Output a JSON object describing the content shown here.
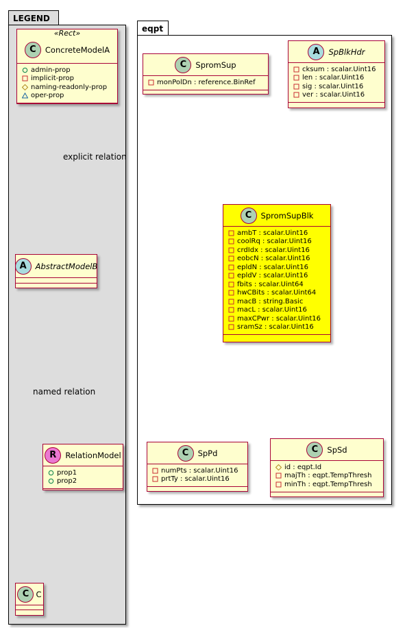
{
  "legend": {
    "title": "LEGEND",
    "stereotype": "«Rect»",
    "concrete": {
      "name": "ConcreteModelA",
      "kind": "C",
      "fields": [
        {
          "vis": "public",
          "name": "admin-prop"
        },
        {
          "vis": "private",
          "name": "implicit-prop"
        },
        {
          "vis": "protected",
          "name": "naming-readonly-prop"
        },
        {
          "vis": "package",
          "name": "oper-prop"
        }
      ]
    },
    "abstract": {
      "name": "AbstractModelB",
      "kind": "A"
    },
    "relation": {
      "name": "RelationModel",
      "kind": "R",
      "fields": [
        {
          "vis": "public",
          "name": "prop1"
        },
        {
          "vis": "public",
          "name": "prop2"
        }
      ]
    },
    "c": {
      "name": "C",
      "kind": "C"
    },
    "explicit_label": "explicit relation",
    "named_label": "named relation"
  },
  "eqpt": {
    "title": "eqpt",
    "spromsup": {
      "name": "SpromSup",
      "kind": "C",
      "fields": [
        {
          "vis": "private",
          "name": "monPolDn : reference.BinRef"
        }
      ]
    },
    "spblkhdr": {
      "name": "SpBlkHdr",
      "kind": "A",
      "fields": [
        {
          "vis": "private",
          "name": "cksum : scalar.Uint16"
        },
        {
          "vis": "private",
          "name": "len : scalar.Uint16"
        },
        {
          "vis": "private",
          "name": "sig : scalar.Uint16"
        },
        {
          "vis": "private",
          "name": "ver : scalar.Uint16"
        }
      ]
    },
    "spromsupblk": {
      "name": "SpromSupBlk",
      "kind": "C",
      "fields": [
        {
          "vis": "private",
          "name": "ambT : scalar.Uint16"
        },
        {
          "vis": "private",
          "name": "coolRq : scalar.Uint16"
        },
        {
          "vis": "private",
          "name": "crdIdx : scalar.Uint16"
        },
        {
          "vis": "private",
          "name": "eobcN : scalar.Uint16"
        },
        {
          "vis": "private",
          "name": "epldN : scalar.Uint16"
        },
        {
          "vis": "private",
          "name": "epldV : scalar.Uint16"
        },
        {
          "vis": "private",
          "name": "fbits : scalar.Uint64"
        },
        {
          "vis": "private",
          "name": "hwCBits : scalar.Uint64"
        },
        {
          "vis": "private",
          "name": "macB : string.Basic"
        },
        {
          "vis": "private",
          "name": "macL : scalar.Uint16"
        },
        {
          "vis": "private",
          "name": "maxCPwr : scalar.Uint16"
        },
        {
          "vis": "private",
          "name": "sramSz : scalar.Uint16"
        }
      ]
    },
    "sppd": {
      "name": "SpPd",
      "kind": "C",
      "fields": [
        {
          "vis": "private",
          "name": "numPts : scalar.Uint16"
        },
        {
          "vis": "private",
          "name": "prtTy : scalar.Uint16"
        }
      ]
    },
    "spsd": {
      "name": "SpSd",
      "kind": "C",
      "fields": [
        {
          "vis": "protected",
          "name": "id : eqpt.Id"
        },
        {
          "vis": "private",
          "name": "majTh : eqpt.TempThresh"
        },
        {
          "vis": "private",
          "name": "minTh : eqpt.TempThresh"
        }
      ]
    }
  },
  "colors": {
    "border": "#a80036",
    "class_fill": "#fefece",
    "highlight_fill": "#ffff00",
    "class_circle": "#add1b2",
    "abstract_circle": "#a9dcdf",
    "relation_circle": "#ea78d1",
    "legend_bg": "#dddddd"
  }
}
